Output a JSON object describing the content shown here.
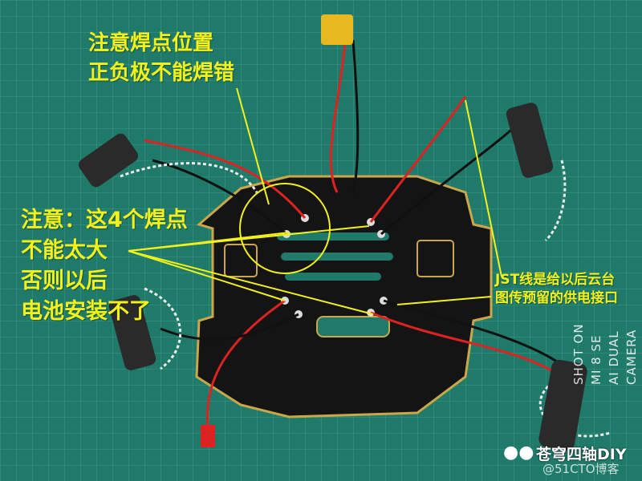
{
  "annotations": {
    "top": [
      "注意焊点位置",
      "正负极不能焊错"
    ],
    "left": [
      "注意：这4个焊点",
      "不能太大",
      "否则以后",
      "电池安装不了"
    ],
    "right": [
      "JST线是给以后云台",
      "图传预留的供电接口"
    ]
  },
  "camera_watermark": [
    "SHOT ON MI 8 SE",
    "AI DUAL CAMERA"
  ],
  "account_watermark": "苍穹四轴DIY",
  "site_watermark": "@51CTO博客",
  "colors": {
    "mat": "#1f7a6a",
    "annotation": "#f2f21a",
    "pcb": "#141414",
    "gold": "#c9a74a"
  }
}
